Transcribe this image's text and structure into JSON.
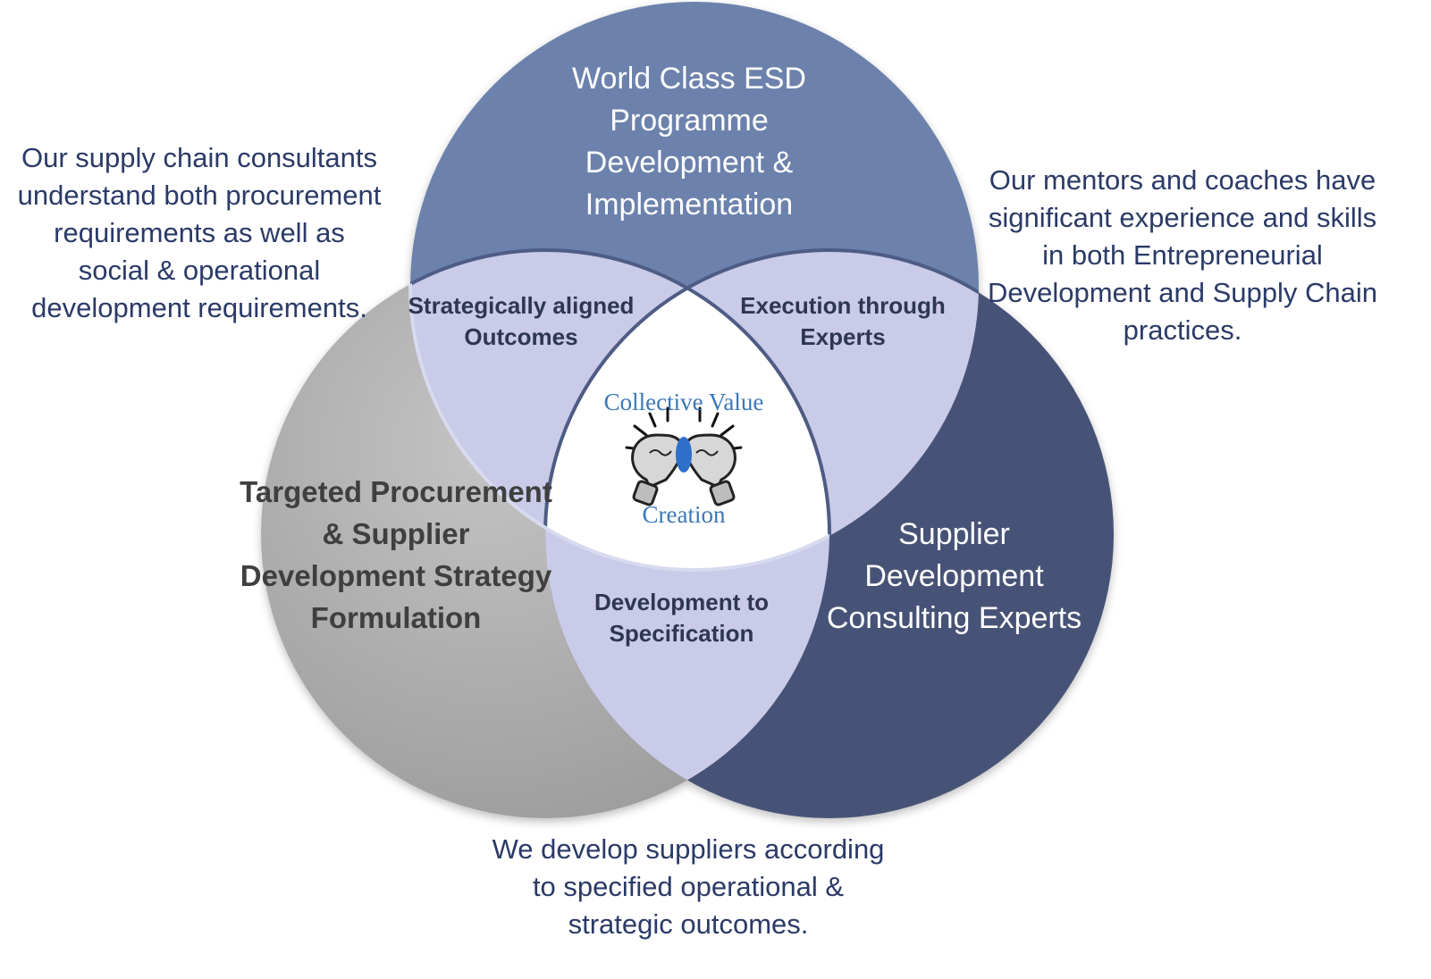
{
  "circles": {
    "top": {
      "label": "World Class ESD Programme Development & Implementation",
      "color": "#6c82ac"
    },
    "left": {
      "label": "Targeted Procurement & Supplier Development Strategy Formulation",
      "color": "#aaaaaa"
    },
    "right": {
      "label": "Supplier Development Consulting Experts",
      "color": "#475276"
    }
  },
  "overlaps": {
    "top_left": "Strategically aligned Outcomes",
    "top_right": "Execution through Experts",
    "bottom": "Development to Specification",
    "overlap_color": "#c9cbe8"
  },
  "center": {
    "line1": "Collective Value",
    "line2": "Creation",
    "icon": "twin-lightbulbs-icon"
  },
  "side_notes": {
    "left": "Our supply chain consultants understand both procurement requirements as well as social & operational development requirements.",
    "right": "Our mentors and coaches have significant experience and skills in both Entrepreneurial Development and Supply Chain practices.",
    "bottom": "We develop suppliers according to specified operational & strategic outcomes."
  }
}
